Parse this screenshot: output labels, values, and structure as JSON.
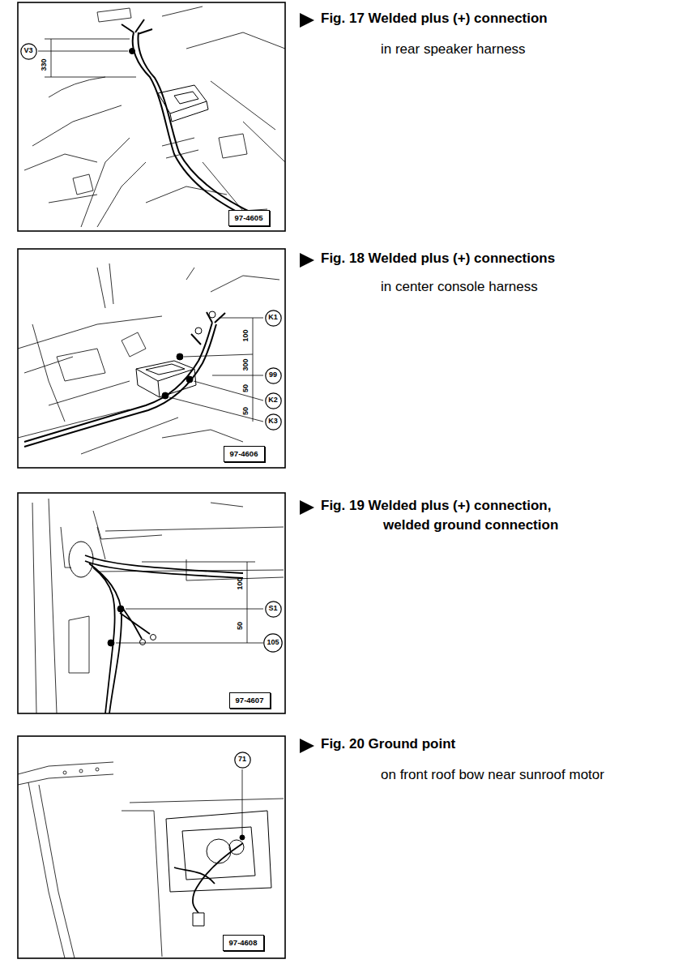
{
  "diagram": {
    "nodes": [
      {
        "text": [
          "V3"
        ]
      },
      {
        "text": [
          "97-4605"
        ]
      },
      {
        "text": [
          "K1"
        ]
      },
      {
        "text": [
          "99"
        ]
      },
      {
        "text": [
          "K2"
        ]
      },
      {
        "text": [
          "K3"
        ]
      },
      {
        "text": [
          "97-4606"
        ]
      },
      {
        "text": [
          "S1"
        ]
      },
      {
        "text": [
          "105"
        ]
      },
      {
        "text": [
          "97-4607"
        ]
      },
      {
        "text": [
          "71"
        ]
      },
      {
        "text": [
          "97-4608"
        ]
      }
    ],
    "labels": [
      "Fig. 17 Welded plus (+) connection",
      "in rear speaker harness",
      "330",
      "Fig. 18 Welded plus (+) connections",
      "in center console harness",
      "100",
      "300",
      "50",
      "50",
      "Fig. 19 Welded plus (+) connection,",
      "welded ground connection",
      "100",
      "50",
      "Fig. 20 Ground point",
      "on front roof bow near sunroof motor"
    ]
  }
}
